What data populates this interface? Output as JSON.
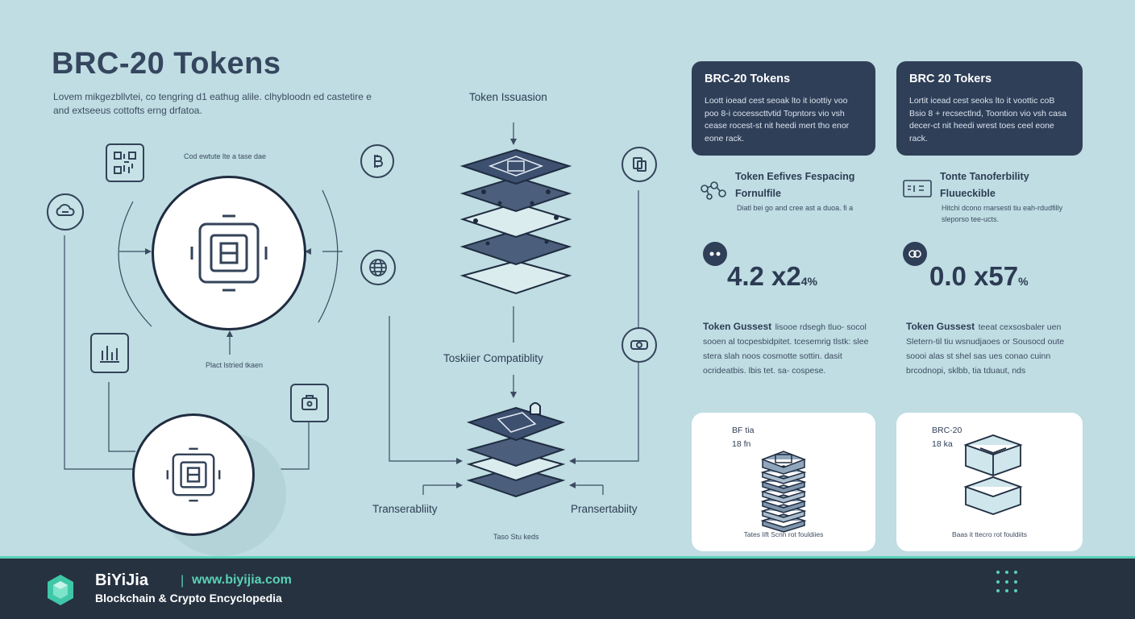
{
  "header": {
    "title": "BRC-20 Tokens",
    "subtitle": "Lovem mikgezbllvtei, co tengring d1 eathug alile. clhybloodn ed castetire e and extseeus cottofts erng drfatoa."
  },
  "left_diagram": {
    "top_caption": "Cod ewtute lte a tase dae",
    "bottom_caption": "Plact lstried tkaen"
  },
  "center_flow": {
    "issuance_label": "Token Issuasion",
    "compat_label": "Toskiier Compatiblity",
    "transfer_left": "Transerabliity",
    "transfer_right": "Pransertabiity",
    "bottom_caption": "Taso Stu keds"
  },
  "cards": [
    {
      "title": "BRC-20 Tokens",
      "body": "Loott  ioead  cest  seoak  lto  it  ioottiy  voo  poo  8-i  cocesscttvtid  Topntors  vio  vsh  cease  rocest-st  nit  heedi  mert  tho  enor  eone  rack.",
      "feature_title": "Token Eefives Fespacing Fornulfile",
      "feature_desc": "Diatl bei go and cree ast a duoa. fi a",
      "stat_value": "4.2 x2",
      "stat_suffix": "4%",
      "desc_title": "Token Gussest",
      "desc_body": "lisooe  rdsegh  tluo-  socol sooen  al  tocpesbidpitet.  tcesemrig  tlstk:  slee  stera  slah  noos  cosmotte  sottin.  dasit  ocrideatbis.  lbis  tet.  sa-  cospese.",
      "thumb_line1": "BF tia",
      "thumb_line2": "18 fn",
      "thumb_caption": "Tates lift Scnn rot fouldiies"
    },
    {
      "title": "BRC 20 Tokers",
      "body": "Lortit  icead  cest  seoks  lto  it  voottic  coB  Bsio  8  +  recsectlnd,  Toontion  vio  vsh  casa  decer-ct  nit  heedi  wrest  toes  ceel  eone  rack.",
      "feature_title": "Tonte Tanoferbility Fluueckible",
      "feature_desc": "Hitchi dcono rnarsesti tiu eah-rdudfilly sleporso tee-ucts.",
      "stat_value": "0.0 x57",
      "stat_suffix": "%",
      "desc_title": "Token Gussest",
      "desc_body": "teeat  cexsosbaler  uen  Sletern-til  tiu  wsnudjaoes  or  Sousocd  oute  soooi  alas  st  shel  sas  ues  conao  cuinn  brcodnopi,  sklbb,  tia  tduaut,  nds",
      "thumb_line1": "BRC-20",
      "thumb_line2": "18 ka",
      "thumb_caption": "Baas it ttecro rot fouldiits"
    }
  ],
  "footer": {
    "brand": "BiYiJia",
    "separator": "|",
    "url": "www.biyijia.com",
    "tagline": "Blockchain & Crypto Encyclopedia"
  },
  "colors": {
    "background": "#bfdde2",
    "navy": "#2f3f58",
    "footer": "#263240",
    "accent": "#5ad1b6"
  }
}
